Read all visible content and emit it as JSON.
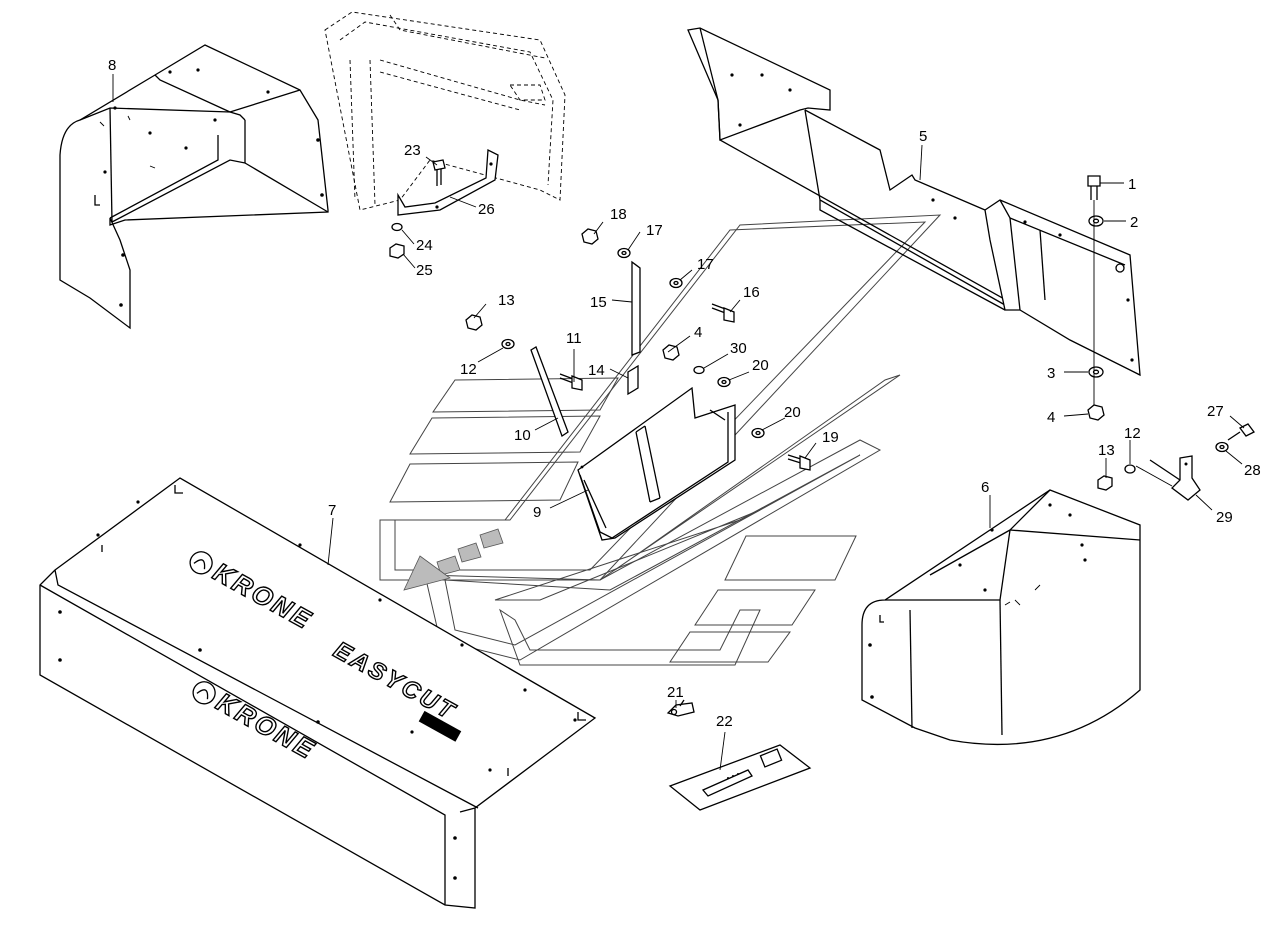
{
  "diagram": {
    "callouts": [
      {
        "num": "1"
      },
      {
        "num": "2"
      },
      {
        "num": "3"
      },
      {
        "num": "4"
      },
      {
        "num": "4"
      },
      {
        "num": "5"
      },
      {
        "num": "6"
      },
      {
        "num": "7"
      },
      {
        "num": "8"
      },
      {
        "num": "9"
      },
      {
        "num": "10"
      },
      {
        "num": "11"
      },
      {
        "num": "12"
      },
      {
        "num": "12"
      },
      {
        "num": "13"
      },
      {
        "num": "13"
      },
      {
        "num": "14"
      },
      {
        "num": "15"
      },
      {
        "num": "16"
      },
      {
        "num": "17"
      },
      {
        "num": "17"
      },
      {
        "num": "18"
      },
      {
        "num": "19"
      },
      {
        "num": "20"
      },
      {
        "num": "20"
      },
      {
        "num": "21"
      },
      {
        "num": "22"
      },
      {
        "num": "23"
      },
      {
        "num": "24"
      },
      {
        "num": "25"
      },
      {
        "num": "26"
      },
      {
        "num": "27"
      },
      {
        "num": "28"
      },
      {
        "num": "29"
      },
      {
        "num": "30"
      }
    ],
    "panel_logo": {
      "brand": "KRONE",
      "product": "EASYCUT",
      "brand_lower": "KRONE"
    }
  }
}
